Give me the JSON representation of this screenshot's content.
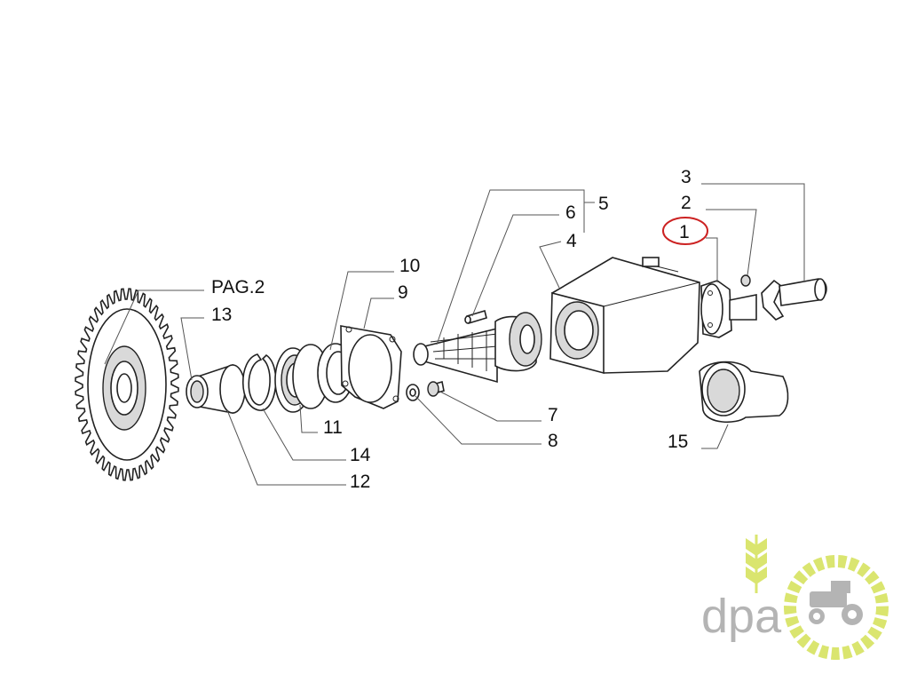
{
  "diagram": {
    "callouts": [
      "3",
      "2",
      "1",
      "6",
      "5",
      "4",
      "10",
      "9",
      "PAG.2",
      "13",
      "7",
      "8",
      "11",
      "14",
      "12",
      "15"
    ],
    "highlight_color": "#cc2222"
  },
  "logo": {
    "text": "dpa",
    "text_color": "#a8a8a8",
    "accent_color": "#d4e157"
  }
}
